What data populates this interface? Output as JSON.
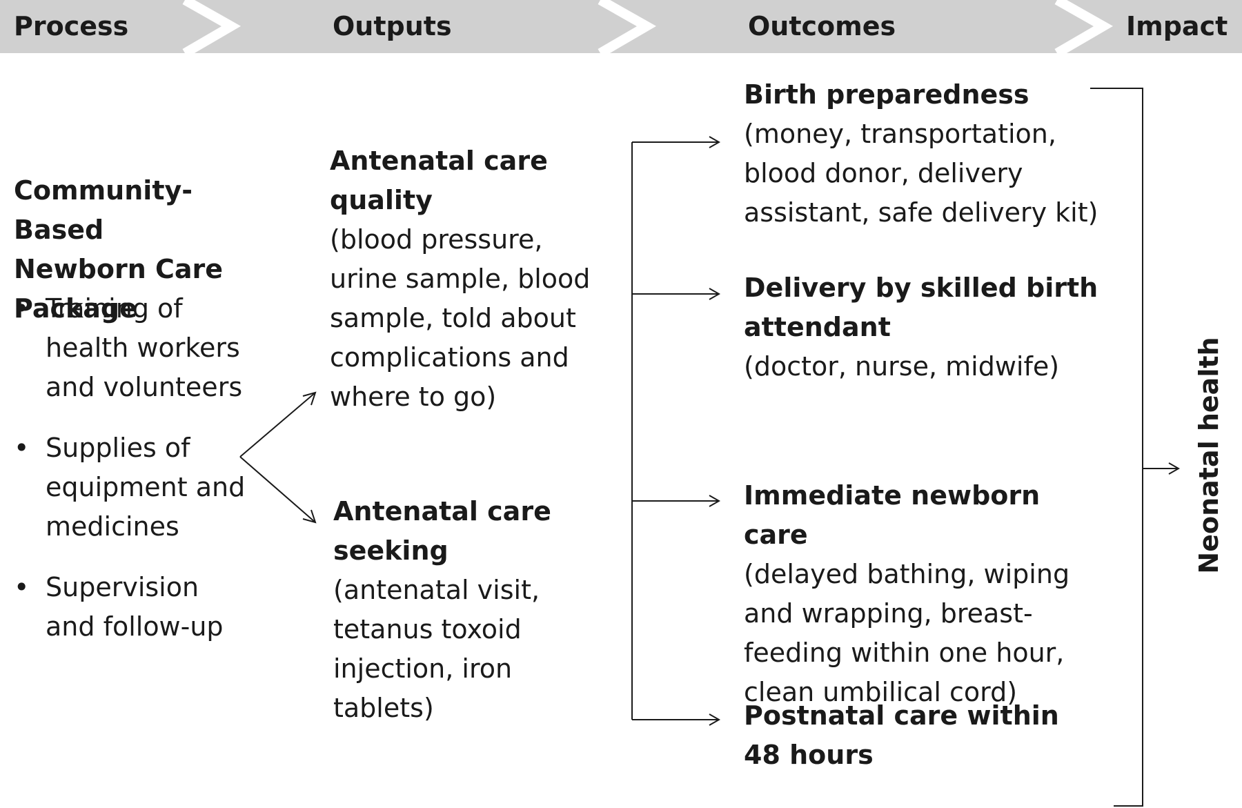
{
  "header": {
    "process": "Process",
    "outputs": "Outputs",
    "outcomes": "Outcomes",
    "impact": "Impact"
  },
  "process": {
    "title": "Community-Based Newborn Care Package",
    "bullets": [
      "Training of health workers and volunteers",
      "Supplies of equipment and medicines",
      "Supervision and follow-up"
    ]
  },
  "outputs": [
    {
      "title": "Antenatal care quality",
      "detail": "(blood pressure, urine sample, blood sample, told about complications and where to go)"
    },
    {
      "title": "Antenatal care seeking",
      "detail": "(antenatal visit, tetanus toxoid injection, iron tablets)"
    }
  ],
  "outcomes": [
    {
      "title": "Birth preparedness",
      "detail": "(money, transportation, blood donor, delivery assistant, safe delivery kit)"
    },
    {
      "title": "Delivery by skilled birth attendant",
      "detail": "(doctor, nurse, midwife)"
    },
    {
      "title": "Immediate newborn care",
      "detail": "(delayed bathing, wiping and wrapping, breast-feeding within one hour, clean umbilical cord)"
    },
    {
      "title": "Postnatal care within 48 hours",
      "detail": ""
    }
  ],
  "impact": {
    "label": "Neonatal health"
  },
  "colors": {
    "header_bg": "#d0d0d0",
    "chevron": "#ffffff",
    "line": "#1a1a1a"
  }
}
